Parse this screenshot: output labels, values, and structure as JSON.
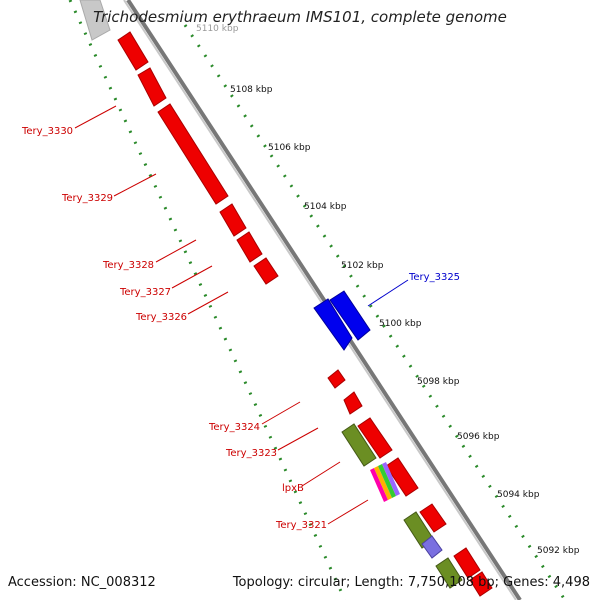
{
  "title": "Trichodesmium erythraeum IMS101, complete genome",
  "footer": {
    "accession_label": "Accession:",
    "accession": "NC_008312",
    "topology_label": "Topology:",
    "topology": "circular",
    "length_label": "Length:",
    "length": "7,750,108 bp",
    "genes_label": "Genes:",
    "genes": "4,498"
  },
  "colors": {
    "forward_gene": "#ee0000",
    "selected_gene": "#0000ee",
    "rna_gene": "#6b8e23",
    "backbone": "#888888",
    "tick": "#2a8a2a",
    "label_red": "#cc0000",
    "label_blue": "#0000cc"
  },
  "ticks": [
    "5110 kbp",
    "5108 kbp",
    "5106 kbp",
    "5104 kbp",
    "5102 kbp",
    "5100 kbp",
    "5098 kbp",
    "5096 kbp",
    "5094 kbp",
    "5092 kbp"
  ],
  "gene_labels": {
    "left": [
      "Tery_3330",
      "Tery_3329",
      "Tery_3328",
      "Tery_3327",
      "Tery_3326",
      "Tery_3324",
      "Tery_3323",
      "lpxB",
      "Tery_3321"
    ],
    "selected": "Tery_3325"
  }
}
